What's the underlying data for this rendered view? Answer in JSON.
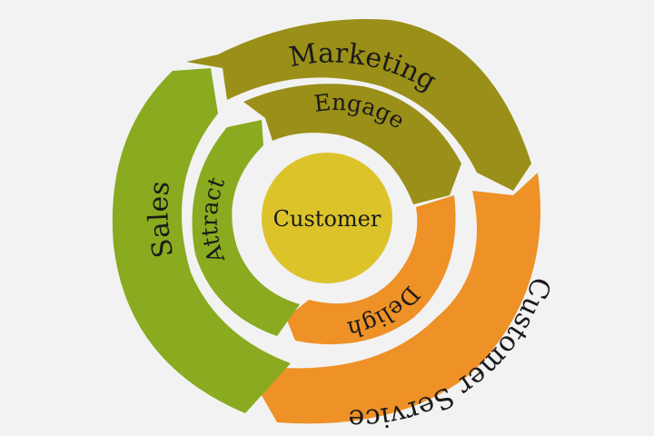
{
  "center": {
    "label": "Customer"
  },
  "outer_ring": [
    {
      "id": "marketing",
      "label": "Marketing",
      "color": "#9a8f18"
    },
    {
      "id": "customer-service",
      "label": "Customer Service",
      "color": "#ee9126"
    },
    {
      "id": "sales",
      "label": "Sales",
      "color": "#8aaa1f"
    }
  ],
  "inner_ring": [
    {
      "id": "engage",
      "label": "Engage",
      "color": "#9a8f18"
    },
    {
      "id": "delight",
      "label": "Delight",
      "color": "#ee9126"
    },
    {
      "id": "attract",
      "label": "Attract",
      "color": "#8aaa1f"
    }
  ],
  "colors": {
    "background": "#f2f2f2",
    "center_fill": "#dcc32a",
    "divider": "#ffffff"
  }
}
